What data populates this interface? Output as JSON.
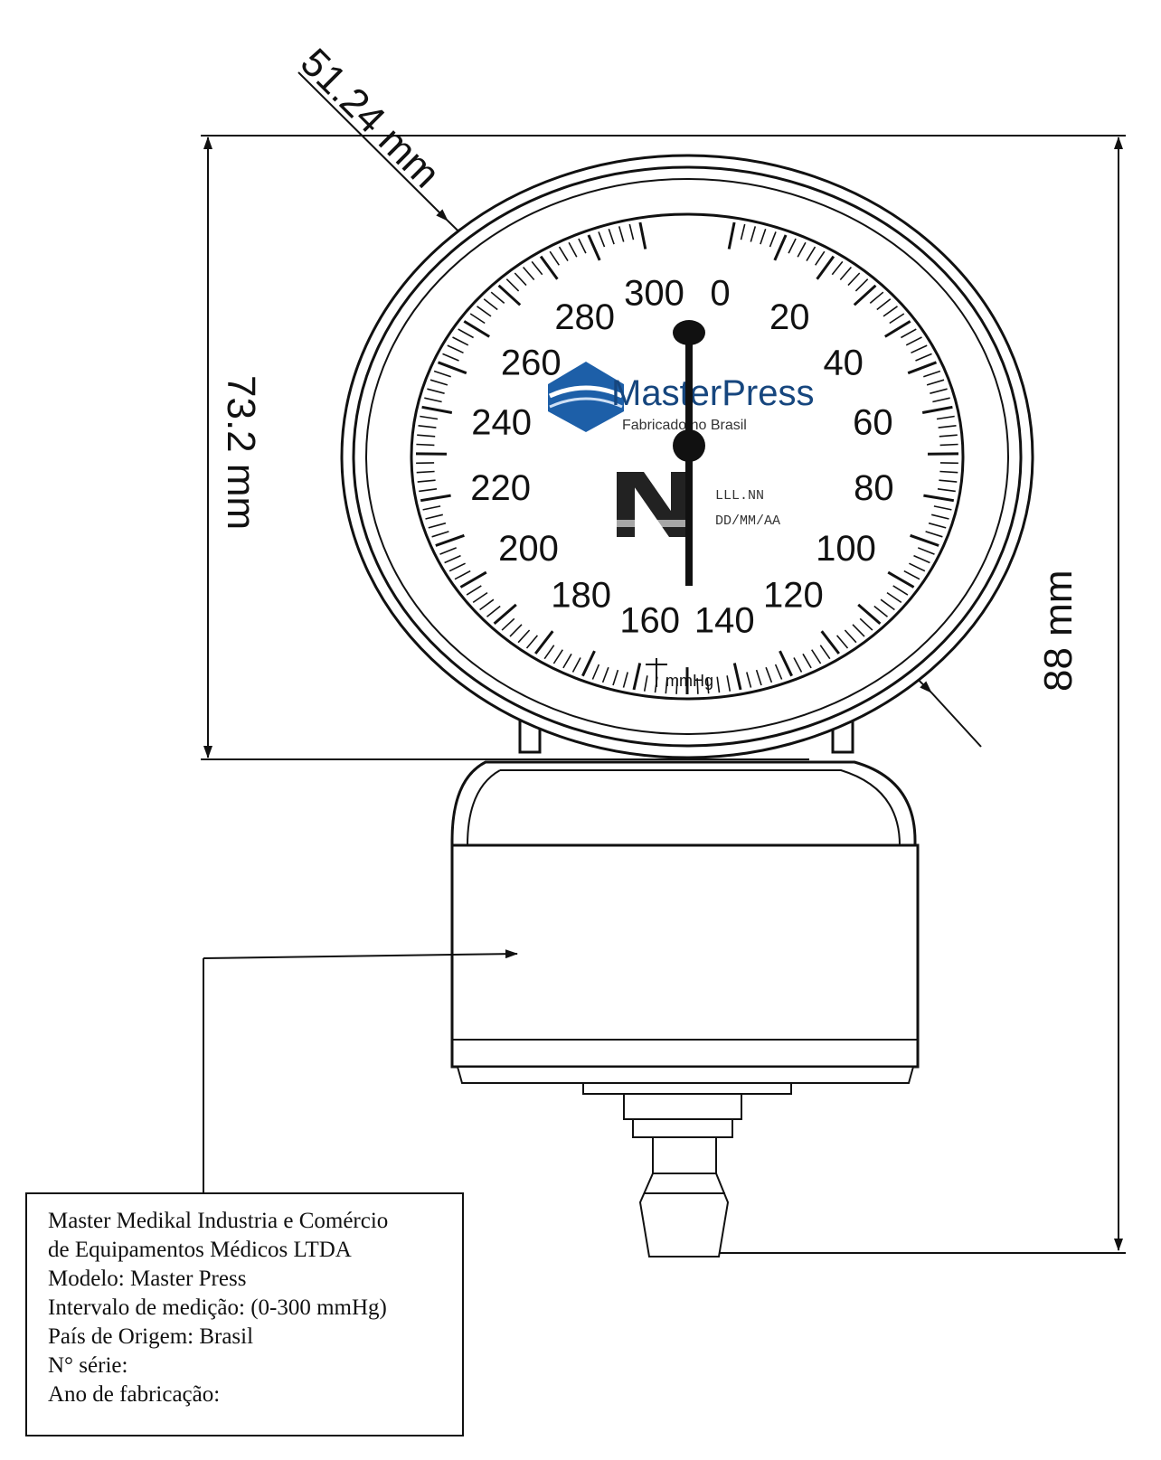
{
  "dimensions": {
    "dial_diameter": "51.24 mm",
    "dial_height": "73.2 mm",
    "total_height": "88 mm"
  },
  "dial": {
    "scale_labels": [
      "0",
      "20",
      "40",
      "60",
      "80",
      "100",
      "120",
      "140",
      "160",
      "180",
      "200",
      "220",
      "240",
      "260",
      "280",
      "300"
    ],
    "unit": "mmHg",
    "brand_name": "MasterPress",
    "brand_subtitle": "Fabricado no Brasil",
    "lot_code": "LLL.NN",
    "date_code": "DD/MM/AA",
    "brand_color": "#1d5fa8",
    "brand_dark_color": "#16467e"
  },
  "label_box": {
    "lines": [
      "Master Medikal Industria e Comércio",
      "de Equipamentos Médicos LTDA",
      "Modelo: Master Press",
      "Intervalo de medição: (0-300 mmHg)",
      "País de Origem: Brasil",
      "N° série:",
      "Ano de fabricação:"
    ]
  }
}
